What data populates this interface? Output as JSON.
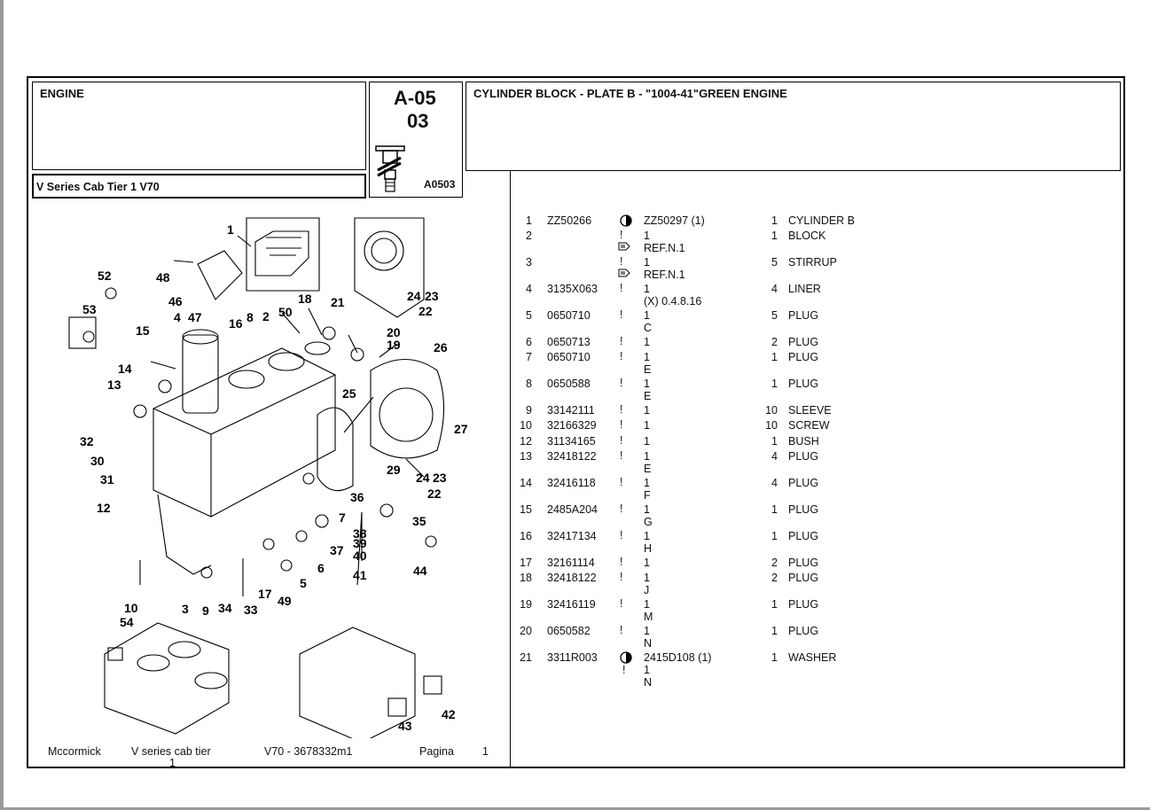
{
  "header": {
    "section_title": "ENGINE",
    "page_code_line1": "A-05",
    "page_code_line2": "03",
    "image_code": "A0503",
    "model": "V Series Cab Tier 1  V70",
    "group_title": "CYLINDER BLOCK - PLATE B - \"1004-41\"GREEN ENGINE"
  },
  "parts": [
    {
      "pos": "1",
      "part": "ZZ50266",
      "symbol": "half-circle",
      "ref": "ZZ50297  (1)",
      "sub": "",
      "qty": "1",
      "desc": "CYLINDER B"
    },
    {
      "pos": "2",
      "part": "",
      "symbol": "!",
      "ref": "1",
      "sub": "REF.N.1",
      "qty": "1",
      "desc": "BLOCK"
    },
    {
      "pos": "3",
      "part": "",
      "symbol": "!",
      "ref": "1",
      "sub": "REF.N.1",
      "qty": "5",
      "desc": "STIRRUP"
    },
    {
      "pos": "4",
      "part": "3135X063",
      "symbol": "!",
      "ref": "1",
      "sub": "(X) 0.4.8.16",
      "qty": "4",
      "desc": "LINER"
    },
    {
      "pos": "5",
      "part": "0650710",
      "symbol": "!",
      "ref": "1",
      "sub": "C",
      "qty": "5",
      "desc": "PLUG"
    },
    {
      "pos": "6",
      "part": "0650713",
      "symbol": "!",
      "ref": "1",
      "sub": "",
      "qty": "2",
      "desc": "PLUG"
    },
    {
      "pos": "7",
      "part": "0650710",
      "symbol": "!",
      "ref": "1",
      "sub": "E",
      "qty": "1",
      "desc": "PLUG"
    },
    {
      "pos": "8",
      "part": "0650588",
      "symbol": "!",
      "ref": "1",
      "sub": "E",
      "qty": "1",
      "desc": "PLUG"
    },
    {
      "pos": "9",
      "part": "33142111",
      "symbol": "!",
      "ref": "1",
      "sub": "",
      "qty": "10",
      "desc": "SLEEVE"
    },
    {
      "pos": "10",
      "part": "32166329",
      "symbol": "!",
      "ref": "1",
      "sub": "",
      "qty": "10",
      "desc": "SCREW"
    },
    {
      "pos": "12",
      "part": "31134165",
      "symbol": "!",
      "ref": "1",
      "sub": "",
      "qty": "1",
      "desc": "BUSH"
    },
    {
      "pos": "13",
      "part": "32418122",
      "symbol": "!",
      "ref": "1",
      "sub": "E",
      "qty": "4",
      "desc": "PLUG"
    },
    {
      "pos": "14",
      "part": "32416118",
      "symbol": "!",
      "ref": "1",
      "sub": "F",
      "qty": "4",
      "desc": "PLUG"
    },
    {
      "pos": "15",
      "part": "2485A204",
      "symbol": "!",
      "ref": "1",
      "sub": "G",
      "qty": "1",
      "desc": "PLUG"
    },
    {
      "pos": "16",
      "part": "32417134",
      "symbol": "!",
      "ref": "1",
      "sub": "H",
      "qty": "1",
      "desc": "PLUG"
    },
    {
      "pos": "17",
      "part": "32161114",
      "symbol": "!",
      "ref": "1",
      "sub": "",
      "qty": "2",
      "desc": "PLUG"
    },
    {
      "pos": "18",
      "part": "32418122",
      "symbol": "!",
      "ref": "1",
      "sub": "J",
      "qty": "2",
      "desc": "PLUG"
    },
    {
      "pos": "19",
      "part": "32416119",
      "symbol": "!",
      "ref": "1",
      "sub": "M",
      "qty": "1",
      "desc": "PLUG"
    },
    {
      "pos": "20",
      "part": "0650582",
      "symbol": "!",
      "ref": "1",
      "sub": "N",
      "qty": "1",
      "desc": "PLUG"
    },
    {
      "pos": "21",
      "part": "3311R003",
      "symbol": "half-circle",
      "ref": "2415D108  (1)",
      "sub": "1",
      "sub2": "N",
      "qty": "1",
      "desc": "WASHER"
    }
  ],
  "footer": {
    "brand": "Mccormick",
    "series_line1": "V series cab tier",
    "series_line2": "1",
    "model_code": "V70 - 3678332m1",
    "page_label": "Pagina",
    "page_number": "1"
  },
  "diagram": {
    "callouts": [
      "1",
      "2",
      "3",
      "4",
      "5",
      "6",
      "7",
      "8",
      "9",
      "10",
      "12",
      "13",
      "14",
      "15",
      "16",
      "17",
      "18",
      "19",
      "20",
      "21",
      "22",
      "22",
      "23",
      "23",
      "24",
      "24",
      "25",
      "26",
      "27",
      "29",
      "30",
      "31",
      "32",
      "33",
      "34",
      "35",
      "36",
      "37",
      "38",
      "39",
      "40",
      "41",
      "42",
      "43",
      "44",
      "46",
      "47",
      "48",
      "49",
      "50",
      "52",
      "53",
      "54"
    ]
  }
}
